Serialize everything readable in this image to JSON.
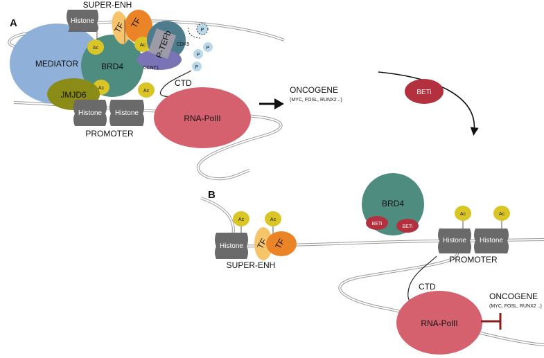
{
  "panel_a": {
    "letter": "A",
    "super_enh": "SUPER-ENH",
    "histone": "Histone",
    "tf": "TF",
    "mediator": "MEDIATOR",
    "brd4": "BRD4",
    "ac": "Ac",
    "ptefb": "P-TEFb",
    "cdk9": "CDK9",
    "ccnt1": "CCNT1",
    "p": "P",
    "jmjd6": "JMJD6",
    "ctd": "CTD",
    "promoter": "PROMOTER",
    "rna_pol": "RNA-PolII",
    "oncogene": "ONCOGENE",
    "oncogene_examples": "(MYC, FOSL, RUNX2 ..)"
  },
  "beti": "BETi",
  "panel_b": {
    "letter": "B",
    "super_enh": "SUPER-ENH",
    "histone": "Histone",
    "tf": "TF",
    "ac": "Ac",
    "brd4": "BRD4",
    "beti": "BETi",
    "promoter": "PROMOTER",
    "ctd": "CTD",
    "rna_pol": "RNA-PolII",
    "oncogene": "ONCOGENE",
    "oncogene_examples": "(MYC, FOSL, RUNX2 ..)"
  },
  "colors": {
    "mediator": "#8fb0d9",
    "brd4": "#4e8c80",
    "ac": "#d9c626",
    "tf_light": "#f6c46b",
    "tf_dark": "#ea8427",
    "histone": "#6a6a6a",
    "jmjd6": "#8b8b18",
    "ptefb_outer": "#4d7c8c",
    "ccnt1": "#7a74b6",
    "ptefb_box": "#9c9ba7",
    "phospho": "#b9d8ea",
    "rna_pol": "#d5606e",
    "beti": "#b3313f",
    "inhibit": "#8b1a1a"
  }
}
